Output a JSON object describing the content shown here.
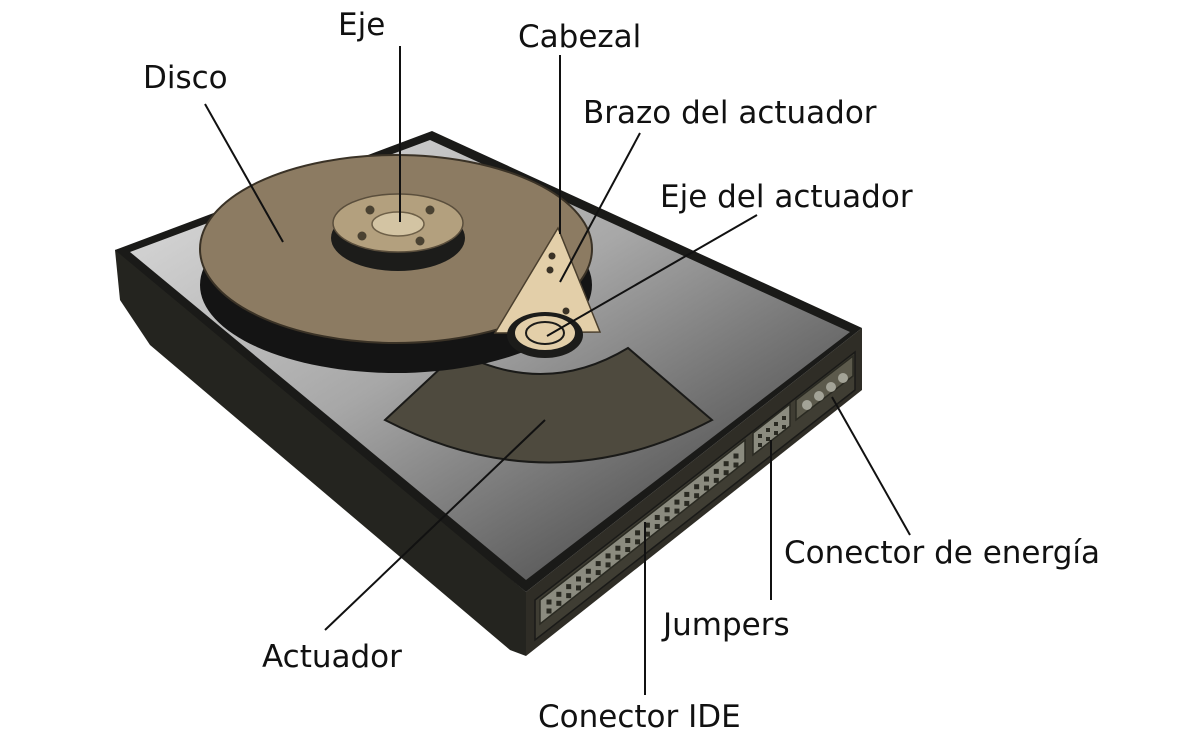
{
  "labels": {
    "eje": "Eje",
    "cabezal": "Cabezal",
    "disco": "Disco",
    "brazo_actuador": "Brazo del actuador",
    "eje_actuador": "Eje del actuador",
    "conector_energia": "Conector de energía",
    "jumpers": "Jumpers",
    "actuador": "Actuador",
    "conector_ide": "Conector IDE"
  },
  "colors": {
    "chassis_dark": "#1c1c1a",
    "chassis_side": "#2c2c26",
    "top_plate_light": "#d2d2d2",
    "top_plate_dark": "#3a3a3a",
    "platter": "#8c7b62",
    "platter_edge": "#141414",
    "hub": "#b3a07e",
    "arm": "#e3cfa9",
    "actuator_magnet": "#4e4a3e",
    "connector_panel": "#3f3d33"
  }
}
